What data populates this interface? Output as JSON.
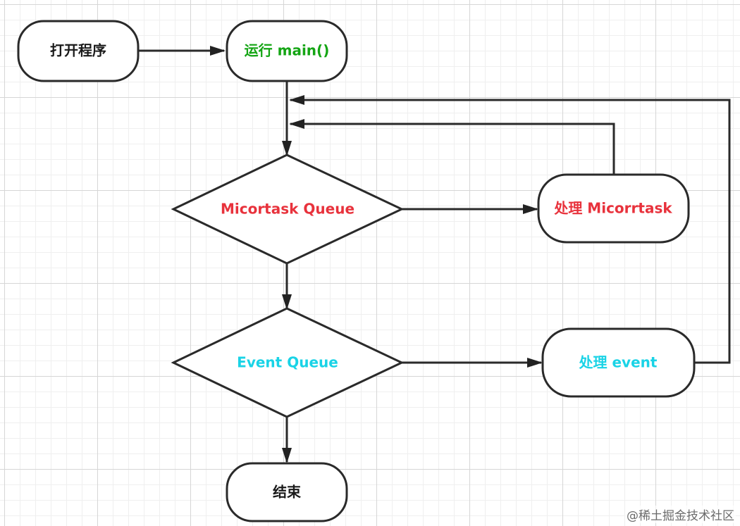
{
  "nodes": {
    "open_program": {
      "label": "打开程序",
      "color": "#1a1a1a"
    },
    "run_main": {
      "label": "运行 main()",
      "color": "#14a514"
    },
    "microtask_queue": {
      "label": "Micortask Queue",
      "color": "#e8323c"
    },
    "handle_microtask": {
      "label": "处理 Micorrtask",
      "color": "#e8323c"
    },
    "event_queue": {
      "label": "Event Queue",
      "color": "#19d3e6"
    },
    "handle_event": {
      "label": "处理 event",
      "color": "#19d3e6"
    },
    "end": {
      "label": "结束",
      "color": "#1a1a1a"
    }
  },
  "watermark": "@稀土掘金技术社区"
}
